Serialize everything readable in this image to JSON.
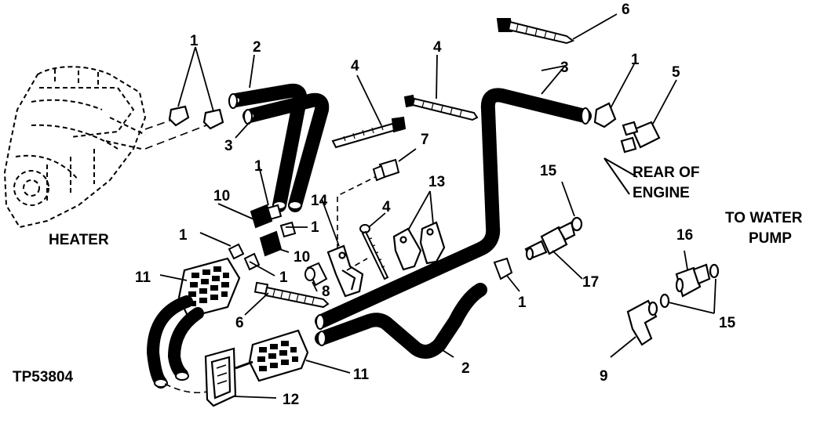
{
  "figure_code": "TP53804",
  "captions": {
    "heater": "HEATER",
    "rear_of_engine": [
      "REAR OF",
      "ENGINE"
    ],
    "to_water_pump": [
      "TO WATER",
      "PUMP"
    ]
  },
  "callouts": {
    "c1a": "1",
    "c1b": "1",
    "c1c": "1",
    "c1d": "1",
    "c1e": "1",
    "c1f": "1",
    "c1g": "1",
    "c2a": "2",
    "c2b": "2",
    "c3a": "3",
    "c3b": "3",
    "c4a": "4",
    "c4b": "4",
    "c4c": "4",
    "c5": "5",
    "c6a": "6",
    "c6b": "6",
    "c7": "7",
    "c8": "8",
    "c9": "9",
    "c10a": "10",
    "c10b": "10",
    "c11a": "11",
    "c11b": "11",
    "c12": "12",
    "c13": "13",
    "c14": "14",
    "c15a": "15",
    "c15b": "15",
    "c16": "16",
    "c17": "17"
  },
  "colors": {
    "ink": "#000000",
    "paper": "#ffffff"
  }
}
